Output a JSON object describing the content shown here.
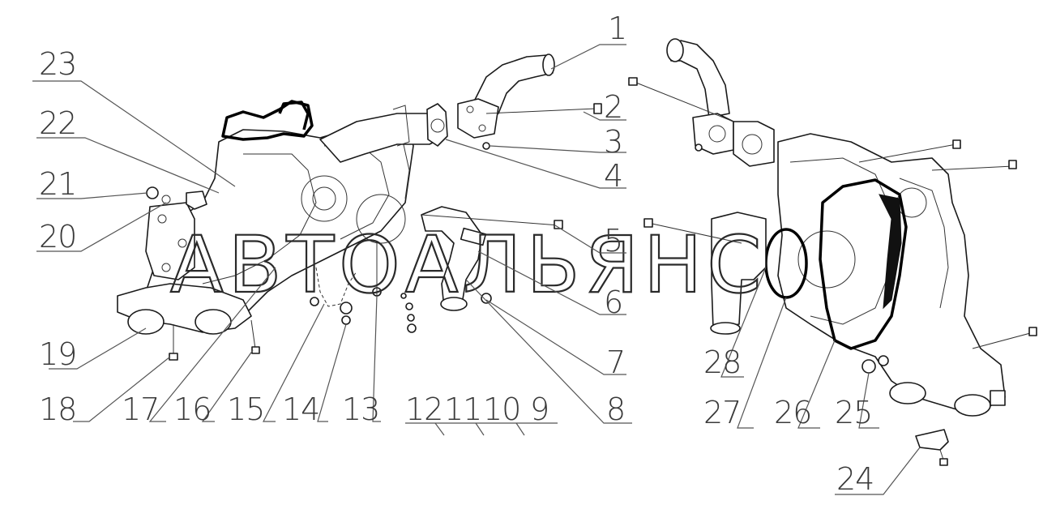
{
  "watermark": "АВТОАЛЬЯНС",
  "callouts": [
    {
      "id": "c1",
      "text": "1"
    },
    {
      "id": "c2",
      "text": "2"
    },
    {
      "id": "c3",
      "text": "3"
    },
    {
      "id": "c4",
      "text": "4"
    },
    {
      "id": "c5",
      "text": "5"
    },
    {
      "id": "c6",
      "text": "6"
    },
    {
      "id": "c7",
      "text": "7"
    },
    {
      "id": "c8",
      "text": "8"
    },
    {
      "id": "c9",
      "text": "9"
    },
    {
      "id": "c10",
      "text": "10"
    },
    {
      "id": "c11",
      "text": "11"
    },
    {
      "id": "c12",
      "text": "12"
    },
    {
      "id": "c13",
      "text": "13"
    },
    {
      "id": "c14",
      "text": "14"
    },
    {
      "id": "c15",
      "text": "15"
    },
    {
      "id": "c16",
      "text": "16"
    },
    {
      "id": "c17",
      "text": "17"
    },
    {
      "id": "c18",
      "text": "18"
    },
    {
      "id": "c19",
      "text": "19"
    },
    {
      "id": "c20",
      "text": "20"
    },
    {
      "id": "c21",
      "text": "21"
    },
    {
      "id": "c22",
      "text": "22"
    },
    {
      "id": "c23",
      "text": "23"
    },
    {
      "id": "c24",
      "text": "24"
    },
    {
      "id": "c25",
      "text": "25"
    },
    {
      "id": "c26",
      "text": "26"
    },
    {
      "id": "c27",
      "text": "27"
    },
    {
      "id": "c28",
      "text": "28"
    }
  ]
}
